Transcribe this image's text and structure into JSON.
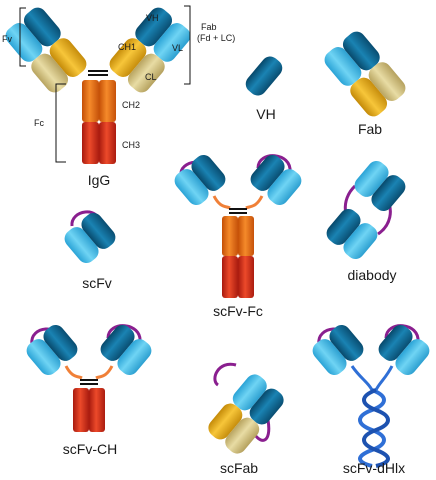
{
  "igg": {
    "name": "IgG",
    "regions": {
      "fv": "Fv",
      "fc": "Fc",
      "fab": "Fab",
      "fab_detail": "(Fd + LC)",
      "vh": "VH",
      "vl": "VL",
      "ch1": "CH1",
      "cl": "CL",
      "ch2": "CH2",
      "ch3": "CH3"
    }
  },
  "formats": {
    "vh": "VH",
    "fab": "Fab",
    "scfv": "scFv",
    "scfv_fc": "scFv-Fc",
    "diabody": "diabody",
    "scfv_ch": "scFv-CH",
    "scfab": "scFab",
    "scfv_dhlx": "scFv-dHlx"
  },
  "colors": {
    "vh_dark": "#0c5f86",
    "vh_light": "#1f93c4",
    "vl_light": "#4fc3ec",
    "constant_gold": "#e8b020",
    "constant_tan": "#d4c48a",
    "fc_orange": "#f06d18",
    "fc_red": "#d8301e",
    "linker_purple": "#8a1f8f",
    "hinge_orange": "#f08038",
    "helix_blue": "#2f6fd6"
  }
}
